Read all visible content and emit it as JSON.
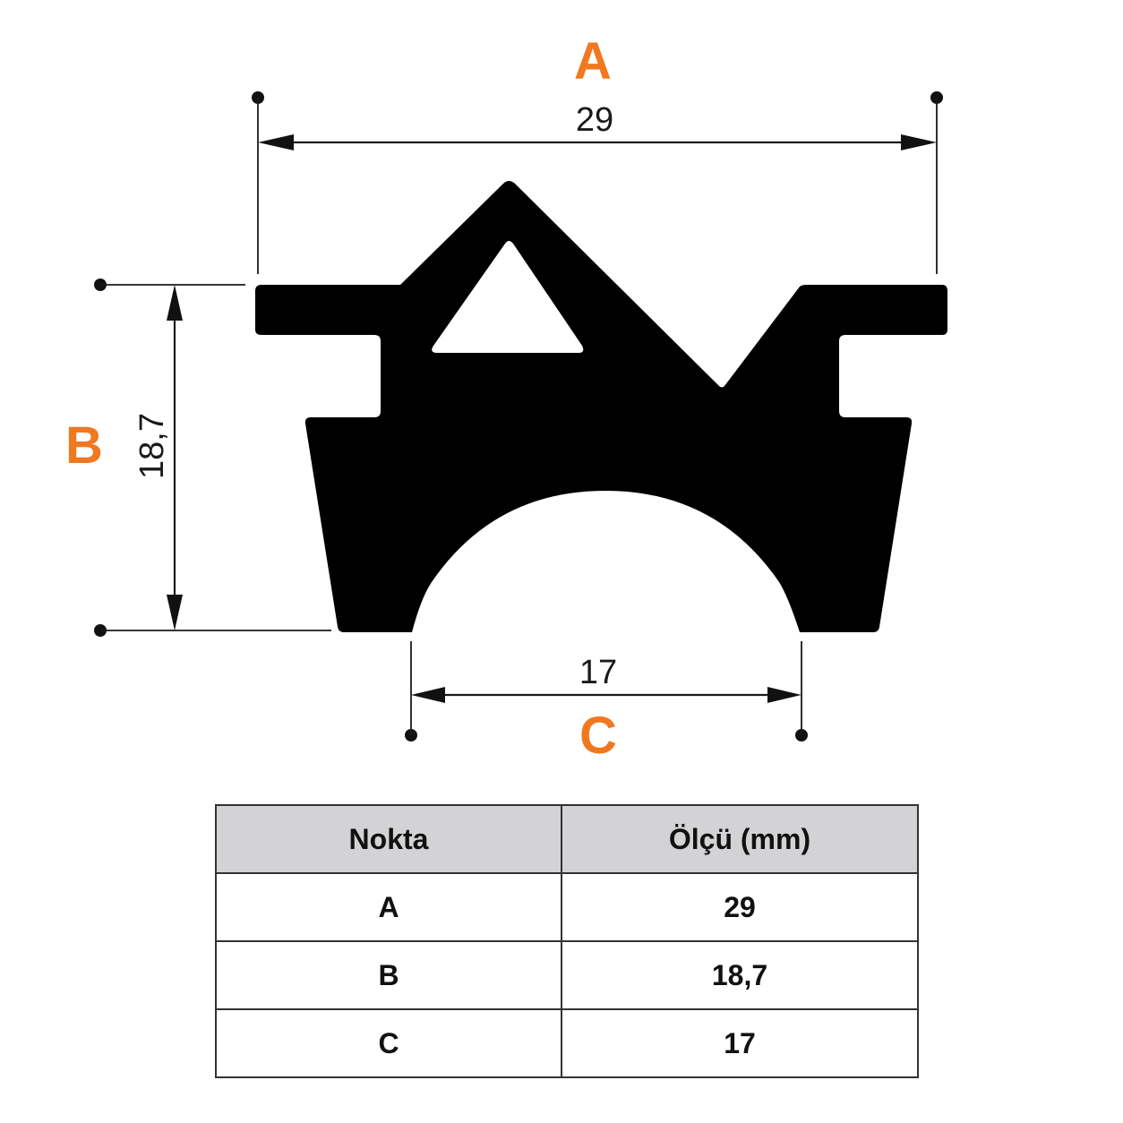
{
  "dimensions": {
    "A": {
      "letter": "A",
      "value": "29"
    },
    "B": {
      "letter": "B",
      "value": "18,7"
    },
    "C": {
      "letter": "C",
      "value": "17"
    }
  },
  "letter_color": "#f07820",
  "profile_color": "#000000",
  "table": {
    "headers": [
      "Nokta",
      "Ölçü (mm)"
    ],
    "rows": [
      [
        "A",
        "29"
      ],
      [
        "B",
        "18,7"
      ],
      [
        "C",
        "17"
      ]
    ]
  }
}
